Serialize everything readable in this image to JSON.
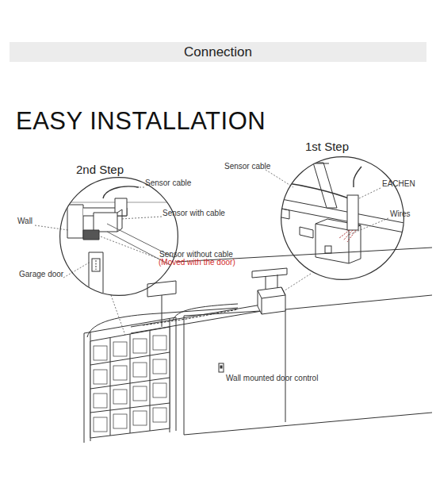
{
  "diagram": {
    "title": "EASY INSTALLATION",
    "nodes": [
      {
        "text": [
          "Connection"
        ]
      },
      {
        "text": [
          "1st Step"
        ]
      },
      {
        "text": [
          "2nd Step"
        ]
      }
    ],
    "labels": [
      "Sensor cable",
      "EACHEN",
      "Wires",
      "Sensor cable",
      "Wall",
      "Sensor with cable",
      "Sensor without cable",
      "(Moved with the door)",
      "Garage door",
      "Wall mounted door control"
    ]
  }
}
